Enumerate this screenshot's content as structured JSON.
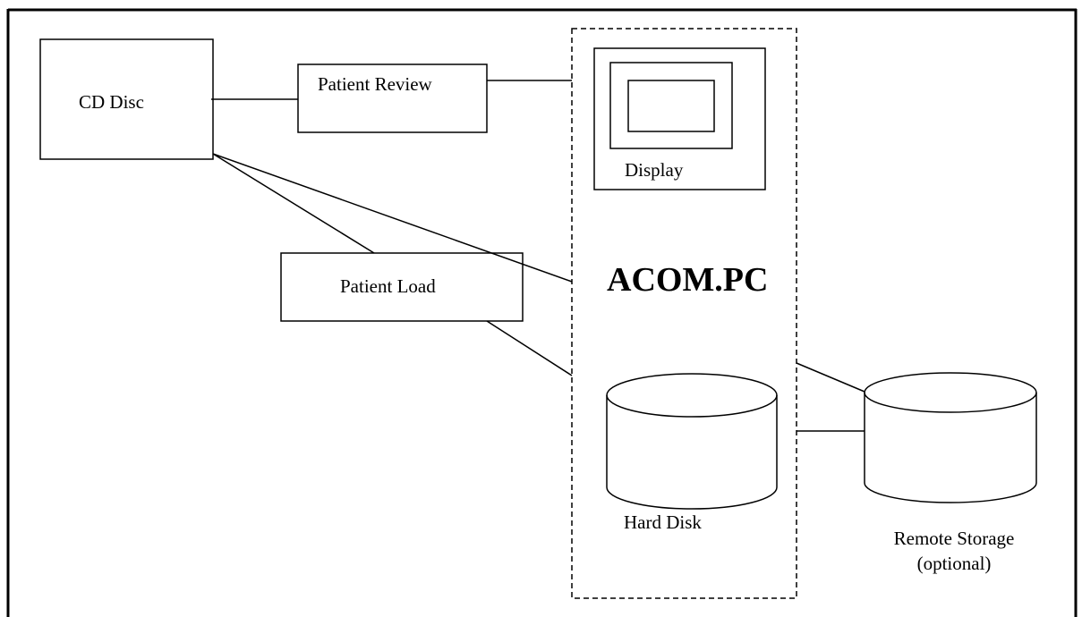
{
  "diagram": {
    "nodes": {
      "cd_disc": {
        "label": "CD Disc"
      },
      "patient_review": {
        "label": "Patient Review"
      },
      "patient_load": {
        "label": "Patient Load"
      },
      "display": {
        "label": "Display"
      },
      "acom_pc": {
        "label": "ACOM.PC"
      },
      "hard_disk": {
        "label": "Hard Disk"
      },
      "remote_storage": {
        "label": "Remote Storage",
        "sublabel": "(optional)"
      }
    },
    "edges": [
      [
        "cd_disc",
        "patient_review"
      ],
      [
        "patient_review",
        "acom_pc"
      ],
      [
        "cd_disc",
        "patient_load"
      ],
      [
        "cd_disc",
        "acom_pc"
      ],
      [
        "patient_load",
        "acom_pc"
      ],
      [
        "acom_pc",
        "remote_storage"
      ]
    ]
  }
}
